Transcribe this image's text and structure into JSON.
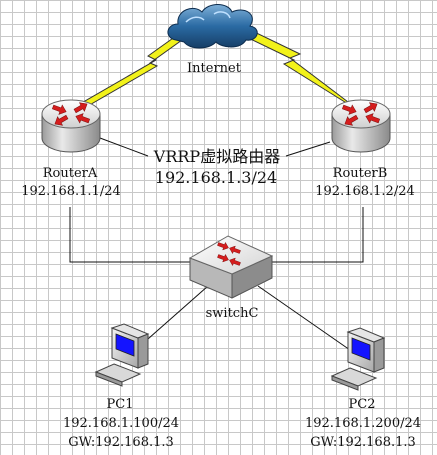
{
  "cloud": {
    "label": "Internet"
  },
  "router_a": {
    "name": "RouterA",
    "ip": "192.168.1.1/24"
  },
  "router_b": {
    "name": "RouterB",
    "ip": "192.168.1.2/24"
  },
  "vrrp": {
    "title": "VRRP虚拟路由器",
    "ip": "192.168.1.3/24"
  },
  "switch": {
    "name": "switchC"
  },
  "pc1": {
    "name": "PC1",
    "ip": "192.168.1.100/24",
    "gw": "GW:192.168.1.3"
  },
  "pc2": {
    "name": "PC2",
    "ip": "192.168.1.200/24",
    "gw": "GW:192.168.1.3"
  },
  "colors": {
    "router_red": "#d51d1d",
    "bolt_yellow": "#f2f21a",
    "cloud_blue": "#1f5c93",
    "screen_blue": "#1414ff"
  }
}
